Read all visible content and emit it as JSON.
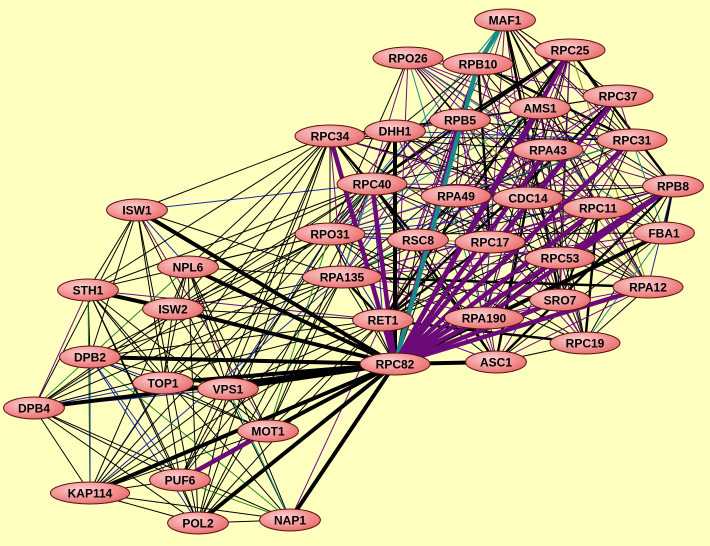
{
  "nodes": [
    "MAF1",
    "RPO26",
    "RPB10",
    "RPC25",
    "RPC37",
    "AMS1",
    "RPB5",
    "DHH1",
    "RPC34",
    "RPA43",
    "RPC31",
    "RPC40",
    "RPA49",
    "CDC14",
    "RPC11",
    "RPB8",
    "ISW1",
    "RPO31",
    "RSC8",
    "RPC17",
    "RPC53",
    "FBA1",
    "NPL6",
    "STH1",
    "RPA135",
    "RPA12",
    "SRO7",
    "ISW2",
    "RET1",
    "RPA190",
    "RPC19",
    "DPB2",
    "RPC82",
    "ASC1",
    "TOP1",
    "VPS1",
    "DPB4",
    "MOT1",
    "PUF6",
    "KAP114",
    "POL2",
    "NAP1"
  ],
  "clusters": {
    "chromatin": [
      "ISW1",
      "NPL6",
      "STH1",
      "ISW2",
      "DPB2",
      "TOP1",
      "VPS1",
      "DPB4",
      "MOT1",
      "PUF6",
      "KAP114",
      "POL2",
      "NAP1",
      "RPC82",
      "RPO31",
      "RPA135",
      "RET1",
      "RPC34",
      "RPC40"
    ],
    "polymerase": [
      "MAF1",
      "RPO26",
      "RPB10",
      "RPC25",
      "RPC37",
      "AMS1",
      "RPB5",
      "DHH1",
      "RPC34",
      "RPA43",
      "RPC31",
      "RPC40",
      "RPA49",
      "CDC14",
      "RPC11",
      "RPB8",
      "RPO31",
      "RSC8",
      "RPC17",
      "RPC53",
      "FBA1",
      "RPA135",
      "RPA12",
      "SRO7",
      "RET1",
      "RPA190",
      "RPC19",
      "RPC82",
      "ASC1"
    ]
  },
  "heavy_edges": [
    [
      "RPC82",
      "ISW1",
      "black"
    ],
    [
      "RPC82",
      "ISW2",
      "black"
    ],
    [
      "RPC82",
      "NPL6",
      "black"
    ],
    [
      "STH1",
      "ISW2",
      "black"
    ],
    [
      "RPC82",
      "DPB2",
      "black"
    ],
    [
      "RPC82",
      "TOP1",
      "black"
    ],
    [
      "RPC82",
      "VPS1",
      "black"
    ],
    [
      "RPC82",
      "DPB4",
      "black"
    ],
    [
      "RPC82",
      "MOT1",
      "black"
    ],
    [
      "RPC82",
      "KAP114",
      "black"
    ],
    [
      "RPC82",
      "POL2",
      "black"
    ],
    [
      "RPC82",
      "NAP1",
      "black"
    ],
    [
      "RPC82",
      "ASC1",
      "black"
    ],
    [
      "RPC82",
      "FBA1",
      "black"
    ],
    [
      "DHH1",
      "RPC82",
      "black"
    ],
    [
      "RPC82",
      "RPC34",
      "purple"
    ],
    [
      "RPC82",
      "RPC40",
      "purple"
    ],
    [
      "RPC82",
      "RPB5",
      "purple"
    ],
    [
      "RPC82",
      "RPB10",
      "teal"
    ],
    [
      "RPC82",
      "AMS1",
      "purple"
    ],
    [
      "RPC82",
      "RPC25",
      "purple"
    ],
    [
      "RPC82",
      "RPC37",
      "purple"
    ],
    [
      "RPC82",
      "RPA43",
      "purple"
    ],
    [
      "RPC82",
      "RPC31",
      "purple"
    ],
    [
      "RPC82",
      "RPB8",
      "purple"
    ],
    [
      "RPC82",
      "RPC11",
      "purple"
    ],
    [
      "RPC82",
      "RPA12",
      "purple"
    ],
    [
      "RPC82",
      "SRO7",
      "purple"
    ],
    [
      "RPC82",
      "RPA190",
      "purple"
    ],
    [
      "RPC82",
      "RPC53",
      "purple"
    ],
    [
      "RPC82",
      "RET1",
      "purple"
    ],
    [
      "MAF1",
      "RPB10",
      "teal"
    ],
    [
      "MOT1",
      "PUF6",
      "purple"
    ],
    [
      "RPA190",
      "RPB8",
      "purple"
    ]
  ],
  "edge_colors": {
    "black": "#000000",
    "purple": "#6b0a78",
    "teal": "#1a8a8a",
    "blue": "#1a2a9a",
    "green": "#1f8a1f",
    "olive": "#7a8a1a"
  },
  "node_fill": "#f08080"
}
